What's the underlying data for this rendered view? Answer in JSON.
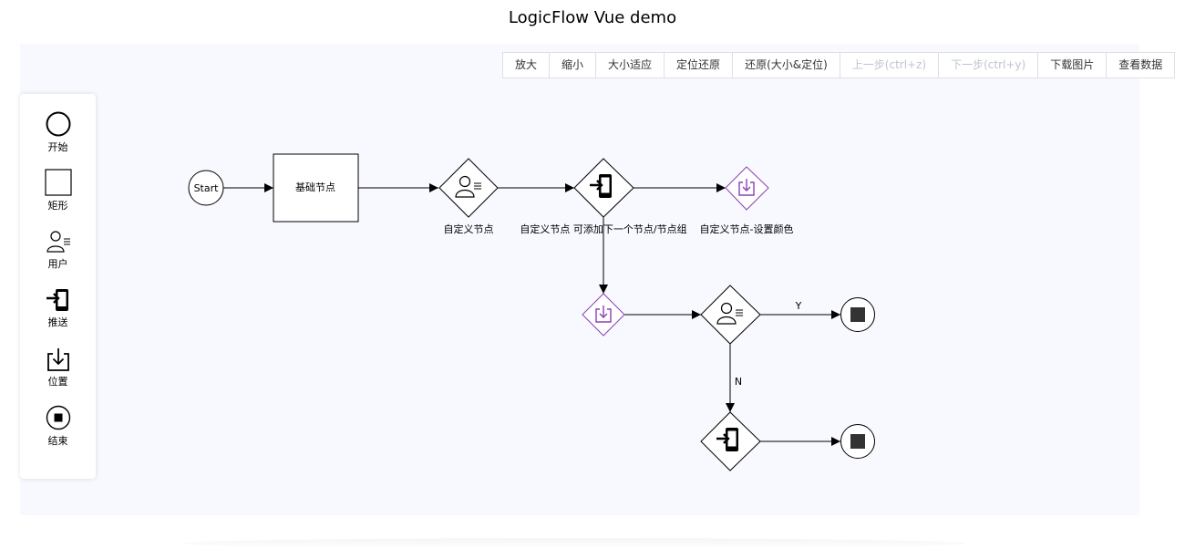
{
  "title": "LogicFlow Vue demo",
  "toolbar": {
    "zoom_in": "放大",
    "zoom_out": "缩小",
    "fit": "大小适应",
    "reset_position": "定位还原",
    "reset_all": "还原(大小&定位)",
    "undo": "上一步(ctrl+z)",
    "redo": "下一步(ctrl+y)",
    "download": "下载图片",
    "view_data": "查看数据"
  },
  "palette": {
    "start": "开始",
    "rect": "矩形",
    "user": "用户",
    "push": "推送",
    "location": "位置",
    "end": "结束"
  },
  "nodes": {
    "start_text": "Start",
    "basic_text": "基础节点",
    "custom_label": "自定义节点",
    "custom_add_label": "自定义节点 可添加下一个节点/节点组",
    "custom_color_label": "自定义节点-设置颜色"
  },
  "edges": {
    "yes": "Y",
    "no": "N"
  },
  "colors": {
    "accent_purple": "#8b3fb5",
    "canvas_bg": "#f7f9ff",
    "disabled_text": "#c0c4cc"
  }
}
